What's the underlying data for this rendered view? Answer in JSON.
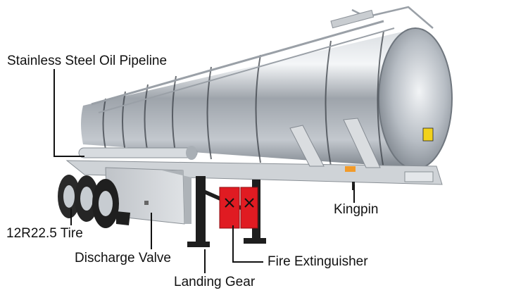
{
  "labels": {
    "pipeline": "Stainless Steel Oil Pipeline",
    "kingpin": "Kingpin",
    "tire": "12R22.5 Tire",
    "discharge_valve": "Discharge Valve",
    "fire_extinguisher": "Fire Extinguisher",
    "landing_gear": "Landing Gear"
  },
  "colors": {
    "tank_steel": "#b9bec4",
    "chassis": "#c9cdd1",
    "tire": "#2a2a2a",
    "extinguisher": "#e01b22",
    "line": "#111111"
  }
}
